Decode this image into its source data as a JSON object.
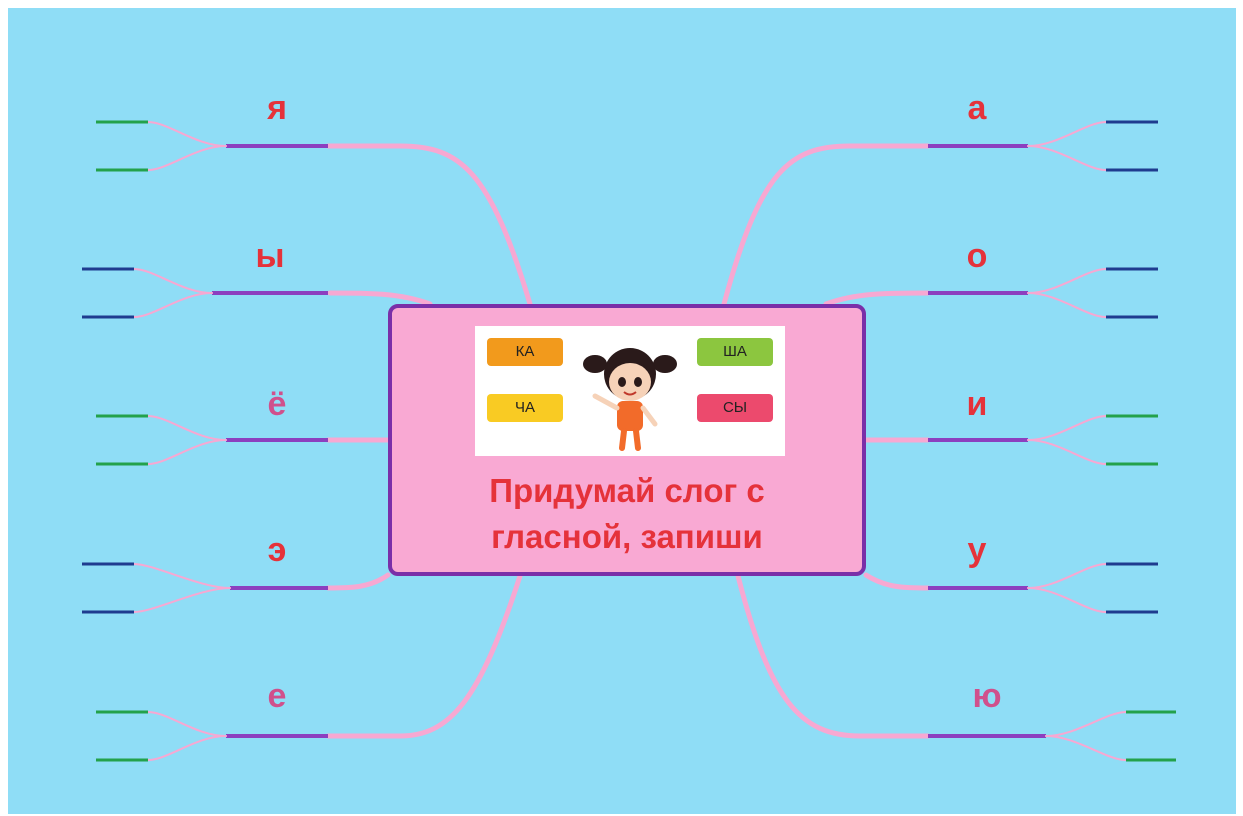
{
  "colors": {
    "background": "#8fddf6",
    "branch": "#f7a8d2",
    "underline": "#8c3fbf",
    "card_fill": "#f9a9d3",
    "card_border": "#7a2fa8",
    "title": "#e5323a",
    "letter_red": "#e5323a",
    "letter_pink": "#d0508c",
    "leaf_green": "#23a14b",
    "leaf_navy": "#1f3b8f"
  },
  "center": {
    "title_line1": "Придумай слог с",
    "title_line2": "гласной, запиши",
    "bubbles": [
      {
        "text": "КА",
        "color": "#f29a1c"
      },
      {
        "text": "ШÁ",
        "color": "#8cc63f"
      },
      {
        "text": "ЧА",
        "color": "#f9cb23"
      },
      {
        "text": "СЫ",
        "color": "#ec4a6d"
      }
    ]
  },
  "left_branches": [
    {
      "letter": "я",
      "color": "#e5323a",
      "leaf": "#23a14b"
    },
    {
      "letter": "ы",
      "color": "#e5323a",
      "leaf": "#1f3b8f"
    },
    {
      "letter": "ё",
      "color": "#d0508c",
      "leaf": "#23a14b"
    },
    {
      "letter": "э",
      "color": "#e5323a",
      "leaf": "#1f3b8f"
    },
    {
      "letter": "е",
      "color": "#d0508c",
      "leaf": "#23a14b"
    }
  ],
  "right_branches": [
    {
      "letter": "а",
      "color": "#e5323a",
      "leaf": "#1f3b8f"
    },
    {
      "letter": "о",
      "color": "#e5323a",
      "leaf": "#1f3b8f"
    },
    {
      "letter": "и",
      "color": "#e5323a",
      "leaf": "#23a14b"
    },
    {
      "letter": "у",
      "color": "#e5323a",
      "leaf": "#1f3b8f"
    },
    {
      "letter": "ю",
      "color": "#d0508c",
      "leaf": "#23a14b"
    }
  ]
}
